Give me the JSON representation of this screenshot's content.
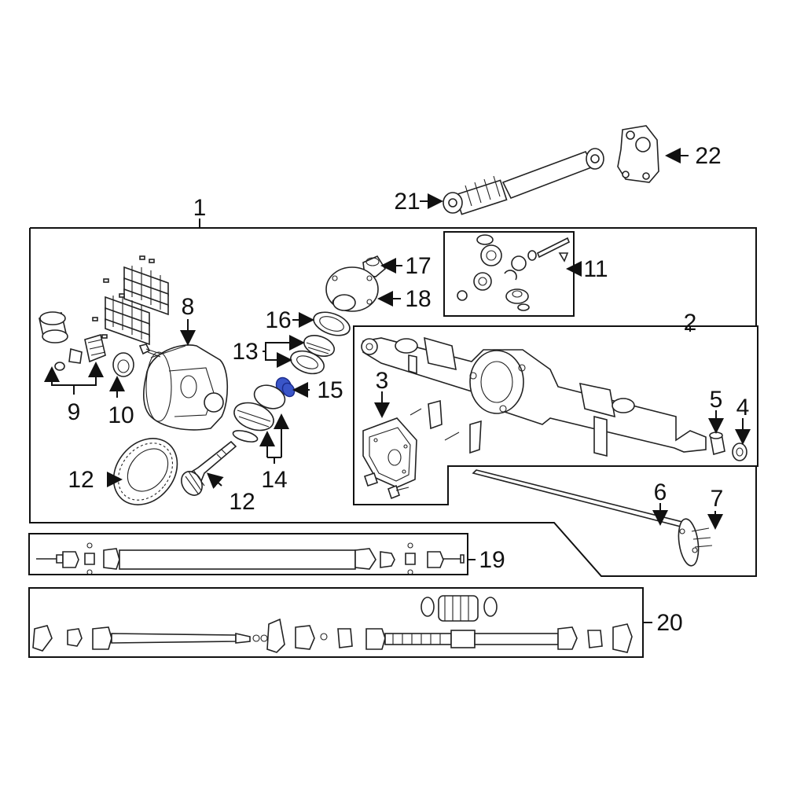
{
  "colors": {
    "line": "#111111",
    "highlight": "#3a55c8"
  },
  "callouts": [
    {
      "id": "1",
      "text": "1"
    },
    {
      "id": "2",
      "text": "2"
    },
    {
      "id": "3",
      "text": "3"
    },
    {
      "id": "4",
      "text": "4"
    },
    {
      "id": "5",
      "text": "5"
    },
    {
      "id": "6",
      "text": "6"
    },
    {
      "id": "7",
      "text": "7"
    },
    {
      "id": "8",
      "text": "8"
    },
    {
      "id": "9",
      "text": "9"
    },
    {
      "id": "10",
      "text": "10"
    },
    {
      "id": "11",
      "text": "11"
    },
    {
      "id": "12a",
      "text": "12"
    },
    {
      "id": "12b",
      "text": "12"
    },
    {
      "id": "13",
      "text": "13"
    },
    {
      "id": "14",
      "text": "14"
    },
    {
      "id": "15",
      "text": "15"
    },
    {
      "id": "16",
      "text": "16"
    },
    {
      "id": "17",
      "text": "17"
    },
    {
      "id": "18",
      "text": "18"
    },
    {
      "id": "19",
      "text": "19"
    },
    {
      "id": "20",
      "text": "20"
    },
    {
      "id": "21",
      "text": "21"
    },
    {
      "id": "22",
      "text": "22"
    }
  ],
  "highlighted_part": "15"
}
